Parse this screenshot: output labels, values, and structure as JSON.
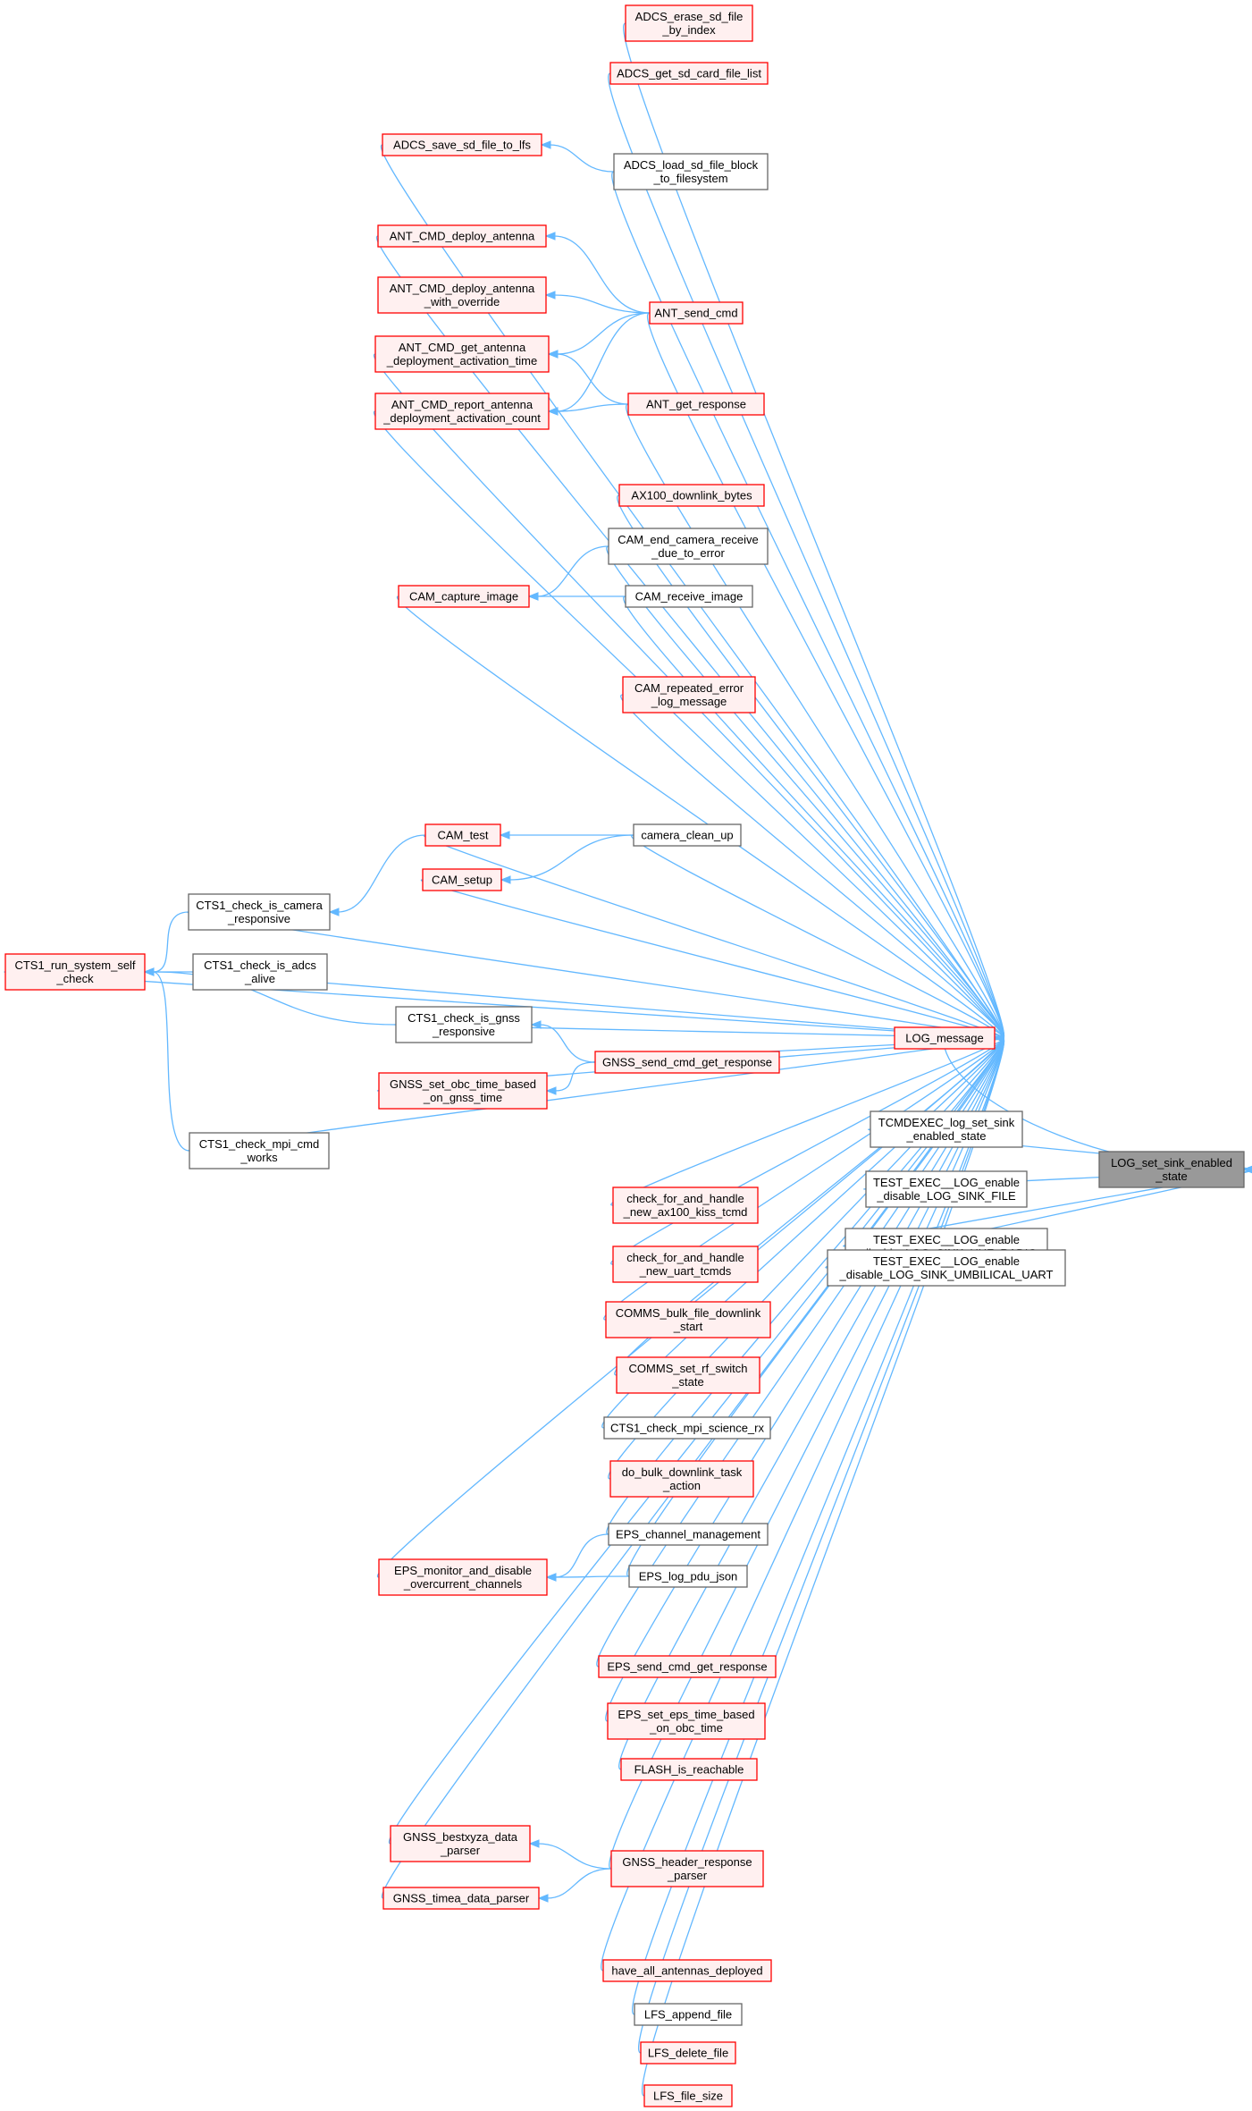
{
  "graph": {
    "edge_color": "#63b8ff",
    "node_colors": {
      "red_border": "#ff0000",
      "red_fill": "#fff0f0",
      "gray_border": "#666666",
      "root_fill": "#999999"
    },
    "nodes": [
      {
        "id": "root",
        "lines": [
          "LOG_set_sink_enabled",
          "_state"
        ],
        "style": "root"
      },
      {
        "id": "logmsg",
        "lines": [
          "LOG_message"
        ],
        "style": "red"
      },
      {
        "id": "tcmd",
        "lines": [
          "TCMDEXEC_log_set_sink",
          "_enabled_state"
        ],
        "style": "gray"
      },
      {
        "id": "tfile",
        "lines": [
          "TEST_EXEC__LOG_enable",
          "_disable_LOG_SINK_FILE"
        ],
        "style": "gray"
      },
      {
        "id": "tuhf",
        "lines": [
          "TEST_EXEC__LOG_enable",
          "_disable_LOG_SINK_UHF_RADIO"
        ],
        "style": "gray"
      },
      {
        "id": "tuart",
        "lines": [
          "TEST_EXEC__LOG_enable",
          "_disable_LOG_SINK_UMBILICAL_UART"
        ],
        "style": "gray"
      },
      {
        "id": "adcs_erase",
        "lines": [
          "ADCS_erase_sd_file",
          "_by_index"
        ],
        "style": "red"
      },
      {
        "id": "adcs_list",
        "lines": [
          "ADCS_get_sd_card_file_list"
        ],
        "style": "red"
      },
      {
        "id": "adcs_load",
        "lines": [
          "ADCS_load_sd_file_block",
          "_to_filesystem"
        ],
        "style": "gray"
      },
      {
        "id": "adcs_save",
        "lines": [
          "ADCS_save_sd_file_to_lfs"
        ],
        "style": "red"
      },
      {
        "id": "ant_send",
        "lines": [
          "ANT_send_cmd"
        ],
        "style": "red"
      },
      {
        "id": "ant_deploy",
        "lines": [
          "ANT_CMD_deploy_antenna"
        ],
        "style": "red"
      },
      {
        "id": "ant_override",
        "lines": [
          "ANT_CMD_deploy_antenna",
          "_with_override"
        ],
        "style": "red"
      },
      {
        "id": "ant_gettime",
        "lines": [
          "ANT_CMD_get_antenna",
          "_deployment_activation_time"
        ],
        "style": "red"
      },
      {
        "id": "ant_resp",
        "lines": [
          "ANT_get_response"
        ],
        "style": "red"
      },
      {
        "id": "ant_report",
        "lines": [
          "ANT_CMD_report_antenna",
          "_deployment_activation_count"
        ],
        "style": "red"
      },
      {
        "id": "ax100",
        "lines": [
          "AX100_downlink_bytes"
        ],
        "style": "red"
      },
      {
        "id": "cam_end",
        "lines": [
          "CAM_end_camera_receive",
          "_due_to_error"
        ],
        "style": "gray"
      },
      {
        "id": "cam_recv",
        "lines": [
          "CAM_receive_image"
        ],
        "style": "gray"
      },
      {
        "id": "cam_capture",
        "lines": [
          "CAM_capture_image"
        ],
        "style": "red"
      },
      {
        "id": "cam_rep",
        "lines": [
          "CAM_repeated_error",
          "_log_message"
        ],
        "style": "red"
      },
      {
        "id": "cam_test",
        "lines": [
          "CAM_test"
        ],
        "style": "red"
      },
      {
        "id": "cam_clean",
        "lines": [
          "camera_clean_up"
        ],
        "style": "gray"
      },
      {
        "id": "cam_setup",
        "lines": [
          "CAM_setup"
        ],
        "style": "red"
      },
      {
        "id": "cts1_cam",
        "lines": [
          "CTS1_check_is_camera",
          "_responsive"
        ],
        "style": "gray"
      },
      {
        "id": "cts1_run",
        "lines": [
          "CTS1_run_system_self",
          "_check"
        ],
        "style": "red"
      },
      {
        "id": "cts1_adcs",
        "lines": [
          "CTS1_check_is_adcs",
          "_alive"
        ],
        "style": "gray"
      },
      {
        "id": "cts1_gnss",
        "lines": [
          "CTS1_check_is_gnss",
          "_responsive"
        ],
        "style": "gray"
      },
      {
        "id": "gnss_send",
        "lines": [
          "GNSS_send_cmd_get_response"
        ],
        "style": "red"
      },
      {
        "id": "gnss_obc",
        "lines": [
          "GNSS_set_obc_time_based",
          "_on_gnss_time"
        ],
        "style": "red"
      },
      {
        "id": "cts1_mpi",
        "lines": [
          "CTS1_check_mpi_cmd",
          "_works"
        ],
        "style": "gray"
      },
      {
        "id": "chk_ax100",
        "lines": [
          "check_for_and_handle",
          "_new_ax100_kiss_tcmd"
        ],
        "style": "red"
      },
      {
        "id": "chk_uart",
        "lines": [
          "check_for_and_handle",
          "_new_uart_tcmds"
        ],
        "style": "red"
      },
      {
        "id": "comms_bulk",
        "lines": [
          "COMMS_bulk_file_downlink",
          "_start"
        ],
        "style": "red"
      },
      {
        "id": "comms_rf",
        "lines": [
          "COMMS_set_rf_switch",
          "_state"
        ],
        "style": "red"
      },
      {
        "id": "cts1_sci",
        "lines": [
          "CTS1_check_mpi_science_rx"
        ],
        "style": "gray"
      },
      {
        "id": "do_bulk",
        "lines": [
          "do_bulk_downlink_task",
          "_action"
        ],
        "style": "red"
      },
      {
        "id": "eps_chan",
        "lines": [
          "EPS_channel_management"
        ],
        "style": "gray"
      },
      {
        "id": "eps_mon",
        "lines": [
          "EPS_monitor_and_disable",
          "_overcurrent_channels"
        ],
        "style": "red"
      },
      {
        "id": "eps_pdu",
        "lines": [
          "EPS_log_pdu_json"
        ],
        "style": "gray"
      },
      {
        "id": "eps_send",
        "lines": [
          "EPS_send_cmd_get_response"
        ],
        "style": "red"
      },
      {
        "id": "eps_time",
        "lines": [
          "EPS_set_eps_time_based",
          "_on_obc_time"
        ],
        "style": "red"
      },
      {
        "id": "flash",
        "lines": [
          "FLASH_is_reachable"
        ],
        "style": "red"
      },
      {
        "id": "gnss_best",
        "lines": [
          "GNSS_bestxyza_data",
          "_parser"
        ],
        "style": "red"
      },
      {
        "id": "gnss_hdr",
        "lines": [
          "GNSS_header_response",
          "_parser"
        ],
        "style": "red"
      },
      {
        "id": "gnss_timea",
        "lines": [
          "GNSS_timea_data_parser"
        ],
        "style": "red"
      },
      {
        "id": "have_ant",
        "lines": [
          "have_all_antennas_deployed"
        ],
        "style": "red"
      },
      {
        "id": "lfs_append",
        "lines": [
          "LFS_append_file"
        ],
        "style": "gray"
      },
      {
        "id": "lfs_delete",
        "lines": [
          "LFS_delete_file"
        ],
        "style": "red"
      },
      {
        "id": "lfs_size",
        "lines": [
          "LFS_file_size"
        ],
        "style": "red"
      }
    ],
    "edges": [
      [
        "logmsg",
        "root"
      ],
      [
        "tcmd",
        "root"
      ],
      [
        "tfile",
        "root"
      ],
      [
        "tuhf",
        "root"
      ],
      [
        "tuart",
        "root"
      ],
      [
        "adcs_erase",
        "logmsg"
      ],
      [
        "adcs_list",
        "logmsg"
      ],
      [
        "adcs_load",
        "logmsg"
      ],
      [
        "adcs_save",
        "logmsg"
      ],
      [
        "ant_deploy",
        "logmsg"
      ],
      [
        "ant_send",
        "logmsg"
      ],
      [
        "ant_gettime",
        "logmsg"
      ],
      [
        "ant_resp",
        "logmsg"
      ],
      [
        "ant_report",
        "logmsg"
      ],
      [
        "ax100",
        "logmsg"
      ],
      [
        "cam_end",
        "logmsg"
      ],
      [
        "cam_recv",
        "logmsg"
      ],
      [
        "cam_capture",
        "logmsg"
      ],
      [
        "cam_rep",
        "logmsg"
      ],
      [
        "cts1_run",
        "logmsg"
      ],
      [
        "cam_test",
        "logmsg"
      ],
      [
        "cam_clean",
        "logmsg"
      ],
      [
        "cam_setup",
        "logmsg"
      ],
      [
        "cts1_cam",
        "logmsg"
      ],
      [
        "cts1_adcs",
        "logmsg"
      ],
      [
        "cts1_gnss",
        "logmsg"
      ],
      [
        "gnss_send",
        "logmsg"
      ],
      [
        "gnss_obc",
        "logmsg"
      ],
      [
        "cts1_mpi",
        "logmsg"
      ],
      [
        "chk_ax100",
        "logmsg"
      ],
      [
        "chk_uart",
        "logmsg"
      ],
      [
        "comms_bulk",
        "logmsg"
      ],
      [
        "comms_rf",
        "logmsg"
      ],
      [
        "cts1_sci",
        "logmsg"
      ],
      [
        "do_bulk",
        "logmsg"
      ],
      [
        "eps_chan",
        "logmsg"
      ],
      [
        "eps_pdu",
        "logmsg"
      ],
      [
        "eps_mon",
        "logmsg"
      ],
      [
        "eps_send",
        "logmsg"
      ],
      [
        "eps_time",
        "logmsg"
      ],
      [
        "flash",
        "logmsg"
      ],
      [
        "gnss_best",
        "logmsg"
      ],
      [
        "gnss_hdr",
        "logmsg"
      ],
      [
        "gnss_timea",
        "logmsg"
      ],
      [
        "have_ant",
        "logmsg"
      ],
      [
        "lfs_append",
        "logmsg"
      ],
      [
        "lfs_delete",
        "logmsg"
      ],
      [
        "lfs_size",
        "logmsg"
      ],
      [
        "adcs_load",
        "adcs_save"
      ],
      [
        "ant_send",
        "ant_deploy"
      ],
      [
        "ant_send",
        "ant_override"
      ],
      [
        "ant_send",
        "ant_gettime"
      ],
      [
        "ant_send",
        "ant_report"
      ],
      [
        "ant_resp",
        "ant_gettime"
      ],
      [
        "ant_resp",
        "ant_report"
      ],
      [
        "cam_end",
        "cam_capture"
      ],
      [
        "cam_recv",
        "cam_capture"
      ],
      [
        "cam_clean",
        "cam_test"
      ],
      [
        "cam_clean",
        "cam_setup"
      ],
      [
        "cam_test",
        "cts1_cam"
      ],
      [
        "cts1_cam",
        "cts1_run"
      ],
      [
        "cts1_adcs",
        "cts1_run"
      ],
      [
        "cts1_gnss",
        "cts1_run"
      ],
      [
        "cts1_mpi",
        "cts1_run"
      ],
      [
        "gnss_send",
        "cts1_gnss"
      ],
      [
        "gnss_send",
        "gnss_obc"
      ],
      [
        "eps_chan",
        "eps_mon"
      ],
      [
        "eps_pdu",
        "eps_mon"
      ],
      [
        "gnss_hdr",
        "gnss_best"
      ],
      [
        "gnss_hdr",
        "gnss_timea"
      ]
    ]
  }
}
